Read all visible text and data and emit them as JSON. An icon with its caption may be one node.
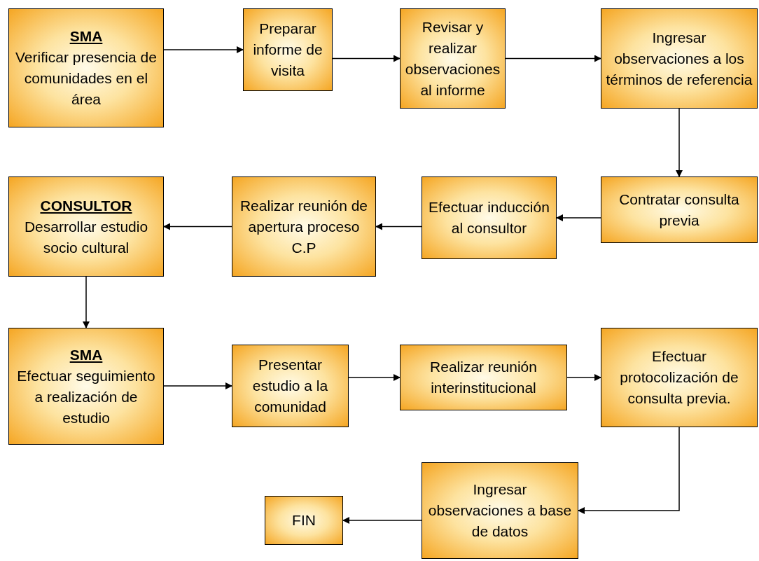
{
  "diagram": {
    "nodes": [
      {
        "text": [
          "SMA",
          "Verificar presencia de comunidades en el área"
        ]
      },
      {
        "text": [
          "Preparar informe de visita"
        ]
      },
      {
        "text": [
          "Revisar y realizar observaciones al informe"
        ]
      },
      {
        "text": [
          "Ingresar observaciones a los términos de referencia"
        ]
      },
      {
        "text": [
          "Contratar consulta previa"
        ]
      },
      {
        "text": [
          "Efectuar inducción al consultor"
        ]
      },
      {
        "text": [
          "Realizar reunión de apertura proceso C.P"
        ]
      },
      {
        "text": [
          "CONSULTOR",
          "Desarrollar estudio socio cultural"
        ]
      },
      {
        "text": [
          "SMA",
          "Efectuar seguimiento a realización de estudio"
        ]
      },
      {
        "text": [
          "Presentar estudio a la comunidad"
        ]
      },
      {
        "text": [
          "Realizar reunión interinstitucional"
        ]
      },
      {
        "text": [
          "Efectuar protocolización de consulta previa."
        ]
      },
      {
        "text": [
          "Ingresar observaciones a base de datos"
        ]
      },
      {
        "text": [
          "FIN"
        ]
      }
    ],
    "edges": [
      {
        "from": 0,
        "to": 1,
        "arrow": "to"
      },
      {
        "from": 1,
        "to": 2,
        "arrow": "to"
      },
      {
        "from": 2,
        "to": 3,
        "arrow": "to"
      },
      {
        "from": 3,
        "to": 4,
        "arrow": "to"
      },
      {
        "from": 4,
        "to": 5,
        "arrow": "to"
      },
      {
        "from": 5,
        "to": 6,
        "arrow": "to"
      },
      {
        "from": 6,
        "to": 7,
        "arrow": "to"
      },
      {
        "from": 7,
        "to": 8,
        "arrow": "to"
      },
      {
        "from": 8,
        "to": 9,
        "arrow": "to"
      },
      {
        "from": 9,
        "to": 10,
        "arrow": "to"
      },
      {
        "from": 10,
        "to": 11,
        "arrow": "to"
      },
      {
        "from": 11,
        "to": 12,
        "arrow": "to"
      },
      {
        "from": 12,
        "to": 13,
        "arrow": "to"
      }
    ]
  }
}
